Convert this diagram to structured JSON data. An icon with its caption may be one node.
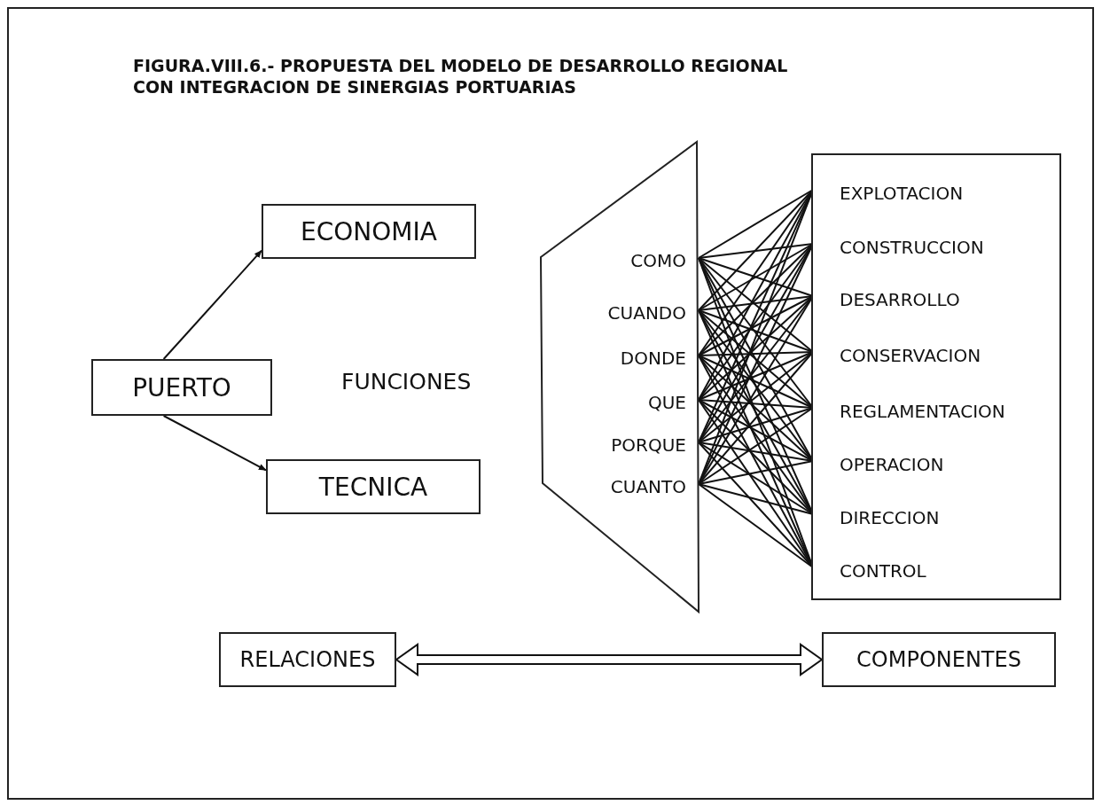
{
  "diagram": {
    "title": "FIGURA.VIII.6.- PROPUESTA DEL MODELO DE DESARROLLO REGIONAL CON INTEGRACION DE SINERGIAS PORTUARIAS",
    "nodes": [
      {
        "text": [
          "ECONOMIA"
        ]
      },
      {
        "text": [
          "PUERTO"
        ]
      },
      {
        "text": [
          "TECNICA"
        ]
      },
      {
        "text": [],
        "shape": "trapezoid"
      },
      {
        "text": [
          "COMO"
        ],
        "in": 3
      },
      {
        "text": [
          "CUANDO"
        ],
        "in": 3
      },
      {
        "text": [
          "DONDE"
        ],
        "in": 3
      },
      {
        "text": [
          "QUE"
        ],
        "in": 3
      },
      {
        "text": [
          "PORQUE"
        ],
        "in": 3
      },
      {
        "text": [
          "CUANTO"
        ],
        "in": 3
      },
      {
        "text": [],
        "shape": "box"
      },
      {
        "text": [
          "EXPLOTACION"
        ],
        "in": 10
      },
      {
        "text": [
          "CONSTRUCCION"
        ],
        "in": 10
      },
      {
        "text": [
          "DESARROLLO"
        ],
        "in": 10
      },
      {
        "text": [
          "CONSERVACION"
        ],
        "in": 10
      },
      {
        "text": [
          "REGLAMENTACION"
        ],
        "in": 10
      },
      {
        "text": [
          "OPERACION"
        ],
        "in": 10
      },
      {
        "text": [
          "DIRECCION"
        ],
        "in": 10
      },
      {
        "text": [
          "CONTROL"
        ],
        "in": 10
      },
      {
        "text": [
          "RELACIONES"
        ]
      },
      {
        "text": [
          "COMPONENTES"
        ]
      }
    ],
    "edges": [
      {
        "from": 1,
        "to": 0,
        "arrow": "to"
      },
      {
        "from": 1,
        "to": 2,
        "arrow": "to"
      },
      {
        "from": 4,
        "to": 11,
        "arrow": "none"
      },
      {
        "from": 4,
        "to": 12,
        "arrow": "none"
      },
      {
        "from": 4,
        "to": 13,
        "arrow": "none"
      },
      {
        "from": 4,
        "to": 14,
        "arrow": "none"
      },
      {
        "from": 4,
        "to": 15,
        "arrow": "none"
      },
      {
        "from": 4,
        "to": 16,
        "arrow": "none"
      },
      {
        "from": 4,
        "to": 17,
        "arrow": "none"
      },
      {
        "from": 4,
        "to": 18,
        "arrow": "none"
      },
      {
        "from": 5,
        "to": 11,
        "arrow": "none"
      },
      {
        "from": 5,
        "to": 12,
        "arrow": "none"
      },
      {
        "from": 5,
        "to": 13,
        "arrow": "none"
      },
      {
        "from": 5,
        "to": 14,
        "arrow": "none"
      },
      {
        "from": 5,
        "to": 15,
        "arrow": "none"
      },
      {
        "from": 5,
        "to": 16,
        "arrow": "none"
      },
      {
        "from": 5,
        "to": 17,
        "arrow": "none"
      },
      {
        "from": 5,
        "to": 18,
        "arrow": "none"
      },
      {
        "from": 6,
        "to": 11,
        "arrow": "none"
      },
      {
        "from": 6,
        "to": 12,
        "arrow": "none"
      },
      {
        "from": 6,
        "to": 13,
        "arrow": "none"
      },
      {
        "from": 6,
        "to": 14,
        "arrow": "none"
      },
      {
        "from": 6,
        "to": 15,
        "arrow": "none"
      },
      {
        "from": 6,
        "to": 16,
        "arrow": "none"
      },
      {
        "from": 6,
        "to": 17,
        "arrow": "none"
      },
      {
        "from": 6,
        "to": 18,
        "arrow": "none"
      },
      {
        "from": 7,
        "to": 11,
        "arrow": "none"
      },
      {
        "from": 7,
        "to": 12,
        "arrow": "none"
      },
      {
        "from": 7,
        "to": 13,
        "arrow": "none"
      },
      {
        "from": 7,
        "to": 14,
        "arrow": "none"
      },
      {
        "from": 7,
        "to": 15,
        "arrow": "none"
      },
      {
        "from": 7,
        "to": 16,
        "arrow": "none"
      },
      {
        "from": 7,
        "to": 17,
        "arrow": "none"
      },
      {
        "from": 7,
        "to": 18,
        "arrow": "none"
      },
      {
        "from": 8,
        "to": 11,
        "arrow": "none"
      },
      {
        "from": 8,
        "to": 12,
        "arrow": "none"
      },
      {
        "from": 8,
        "to": 13,
        "arrow": "none"
      },
      {
        "from": 8,
        "to": 14,
        "arrow": "none"
      },
      {
        "from": 8,
        "to": 15,
        "arrow": "none"
      },
      {
        "from": 8,
        "to": 16,
        "arrow": "none"
      },
      {
        "from": 8,
        "to": 17,
        "arrow": "none"
      },
      {
        "from": 8,
        "to": 18,
        "arrow": "none"
      },
      {
        "from": 9,
        "to": 11,
        "arrow": "none"
      },
      {
        "from": 9,
        "to": 12,
        "arrow": "none"
      },
      {
        "from": 9,
        "to": 13,
        "arrow": "none"
      },
      {
        "from": 9,
        "to": 14,
        "arrow": "none"
      },
      {
        "from": 9,
        "to": 15,
        "arrow": "none"
      },
      {
        "from": 9,
        "to": 16,
        "arrow": "none"
      },
      {
        "from": 9,
        "to": 17,
        "arrow": "none"
      },
      {
        "from": 9,
        "to": 18,
        "arrow": "none"
      },
      {
        "from": 19,
        "to": 20,
        "arrow": "both",
        "style": "thick"
      }
    ],
    "labels": [
      "FUNCIONES"
    ]
  }
}
